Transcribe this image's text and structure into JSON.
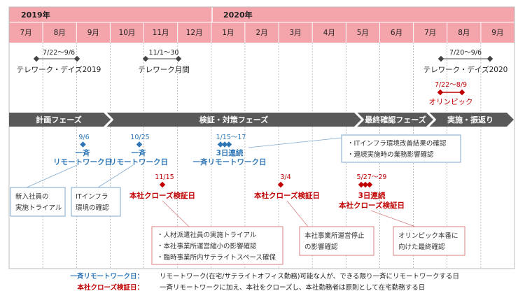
{
  "years": [
    "2019年",
    "2020年"
  ],
  "months": [
    "7月",
    "8月",
    "9月",
    "10月",
    "11月",
    "12月",
    "1月",
    "2月",
    "3月",
    "4月",
    "5月",
    "6月",
    "7月",
    "8月",
    "9月"
  ],
  "telework_events": [
    {
      "date": "7/22～9/6",
      "name": "テレワーク・デイズ2019"
    },
    {
      "date": "11/1～30",
      "name": "テレワーク月間"
    },
    {
      "date": "7/20～9/6",
      "name": "テレワーク・デイズ2020"
    }
  ],
  "olympic": {
    "date": "7/22～8/9",
    "name": "オリンピック"
  },
  "phases": [
    "計画フェーズ",
    "検証・対策フェーズ",
    "最終確認フェーズ",
    "実施・振返り"
  ],
  "blue_events": [
    {
      "date": "9/6",
      "line1": "一斉",
      "line2": "リモートワーク日"
    },
    {
      "date": "10/25",
      "line1": "一斉",
      "line2": "リモートワーク日"
    },
    {
      "date": "1/15～17",
      "line1": "3日連続",
      "line2": "一斉リモートワーク日"
    }
  ],
  "red_events": [
    {
      "date": "11/15",
      "line1": "本社クローズ検証日",
      "line2": ""
    },
    {
      "date": "3/4",
      "line1": "本社クローズ検証日",
      "line2": ""
    },
    {
      "date": "5/27～29",
      "line1": "3日連続",
      "line2": "本社クローズ検証日"
    }
  ],
  "notes": {
    "new_hire": [
      "新入社員の",
      "実施トライアル"
    ],
    "it_infra": [
      "ITインフラ",
      "環境の確認"
    ],
    "it_improve": [
      "・ITインフラ環境改善結果の確認",
      "・連続実施時の業務影響確認"
    ],
    "dispatch": [
      "・人材派遣社員の実施トライアル",
      "・本社事業所運営縮小の影響確認",
      "・臨時事業所内サテライトスペース確保"
    ],
    "office_stop": [
      "本社事業所運営停止",
      "の影響確認"
    ],
    "olympic_check": [
      "オリンピック本番に",
      "向けた最終確認"
    ]
  },
  "legend": [
    {
      "term": "一斉リモートワーク日：",
      "desc": "リモートワーク(在宅/サテライトオフィス勤務)可能な人が、できる限り一斉にリモートワークする日"
    },
    {
      "term": "本社クローズ検証日：",
      "desc": "一斉リモートワークに加え、本社をクローズし、本社勤務者は原則として在宅勤務する日"
    }
  ],
  "colors": {
    "header_pink": "#f4a5ab",
    "blue": "#2e75b6",
    "red": "#c00000",
    "phase_bg": "#595959",
    "grid": "#aaaaaa",
    "note_blue": "#7fa7cf",
    "note_red": "#d98080"
  }
}
